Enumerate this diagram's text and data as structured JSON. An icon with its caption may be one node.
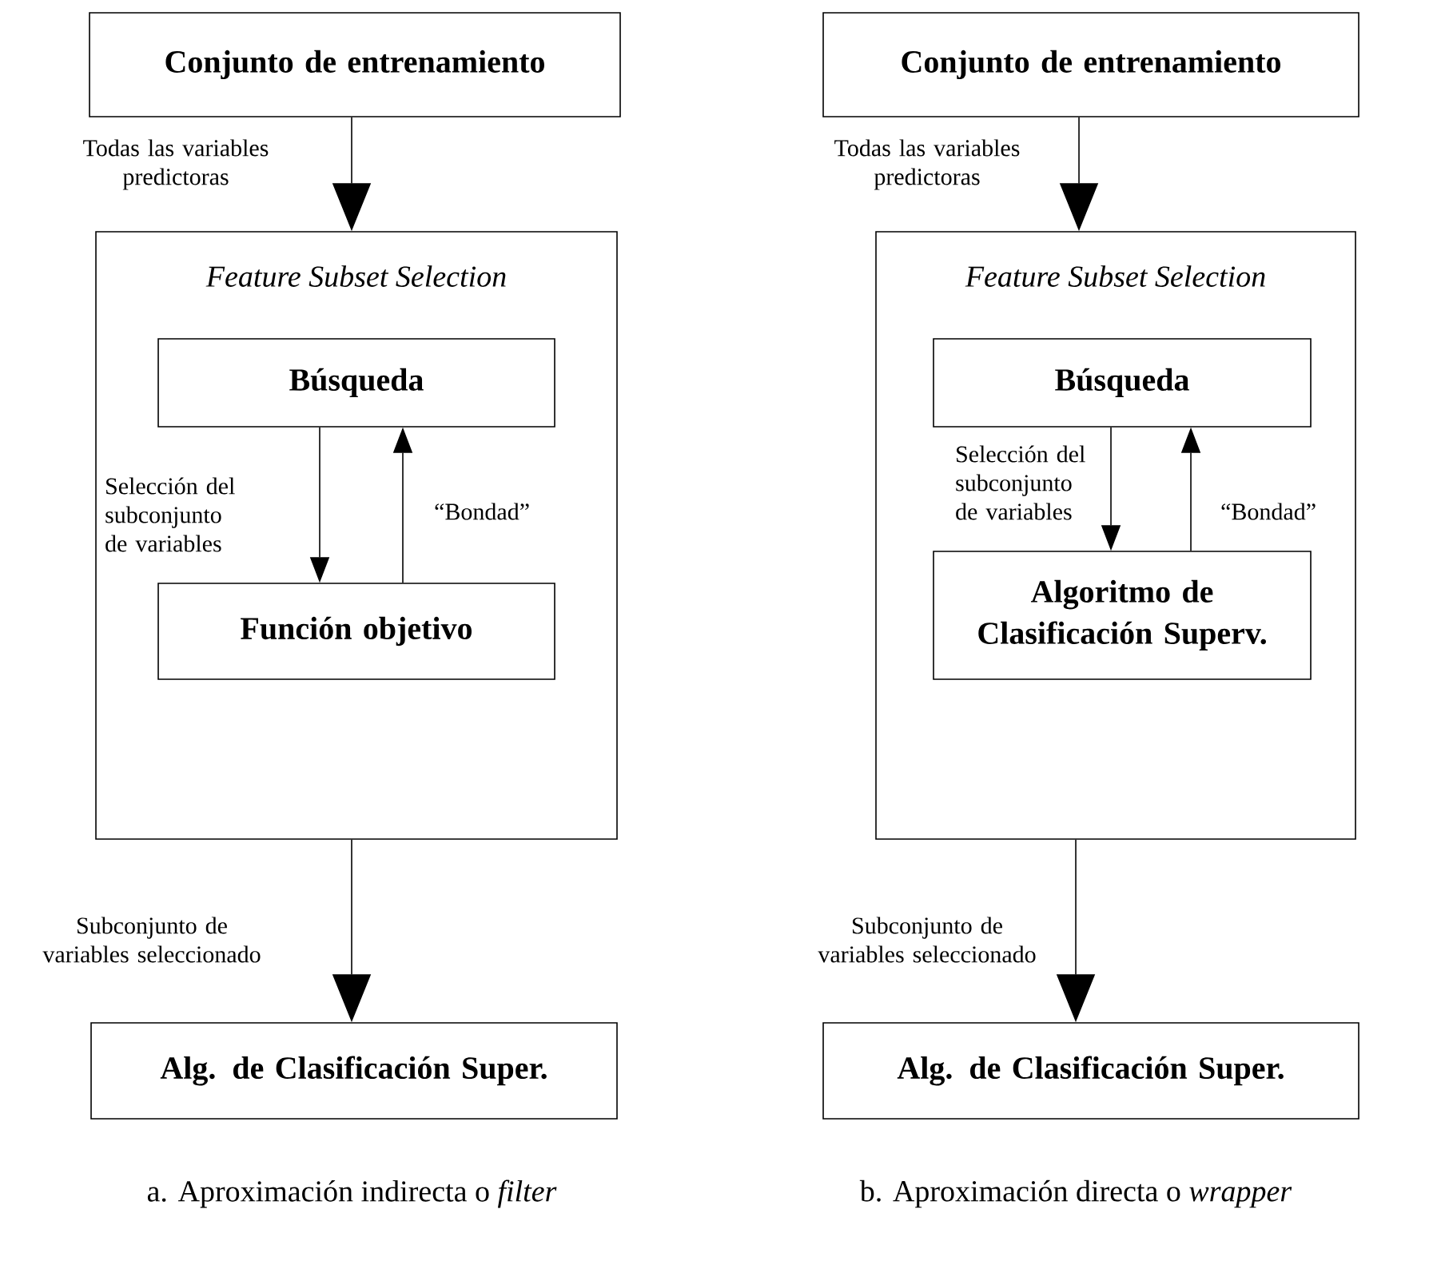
{
  "diagram": {
    "nodes": [
      {
        "text": [
          "Conjunto de entrenamiento"
        ]
      },
      {
        "text": [
          "Feature Subset Selection"
        ]
      },
      {
        "text": [
          "Búsqueda"
        ],
        "in": 1
      },
      {
        "text": [
          "Función objetivo"
        ],
        "in": 1
      },
      {
        "text": [
          "Alg. de Clasificación Super."
        ]
      },
      {
        "text": [
          "Conjunto de entrenamiento"
        ]
      },
      {
        "text": [
          "Feature Subset Selection"
        ]
      },
      {
        "text": [
          "Búsqueda"
        ],
        "in": 6
      },
      {
        "text": [
          "Algoritmo de Clasificación Superv."
        ],
        "in": 6
      },
      {
        "text": [
          "Alg. de Clasificación Super."
        ]
      }
    ],
    "edges": [
      {
        "from": 0,
        "to": 1,
        "arrow": "to",
        "label": "Todas las variables predictoras"
      },
      {
        "from": 2,
        "to": 3,
        "arrow": "to",
        "label": "Selección del subconjunto de variables"
      },
      {
        "from": 3,
        "to": 2,
        "arrow": "to",
        "label": "“Bondad”"
      },
      {
        "from": 1,
        "to": 4,
        "arrow": "to",
        "label": "Subconjunto de variables seleccionado"
      },
      {
        "from": 5,
        "to": 6,
        "arrow": "to",
        "label": "Todas las variables predictoras"
      },
      {
        "from": 7,
        "to": 8,
        "arrow": "to",
        "label": "Selección del subconjunto de variables"
      },
      {
        "from": 8,
        "to": 7,
        "arrow": "to",
        "label": "“Bondad”"
      },
      {
        "from": 6,
        "to": 9,
        "arrow": "to",
        "label": "Subconjunto de variables seleccionado"
      }
    ],
    "labels": [
      "a. Aproximación indirecta o *filter*",
      "b. Aproximación directa o *wrapper*"
    ]
  }
}
